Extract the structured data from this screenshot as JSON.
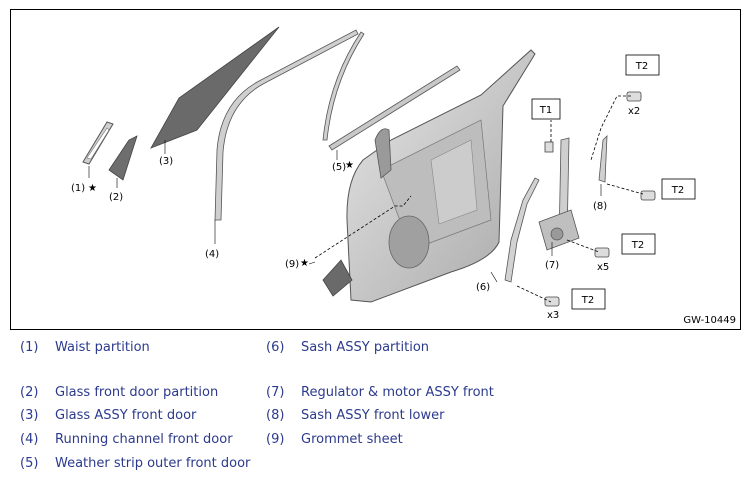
{
  "figure": {
    "id": "GW-10449",
    "star_glyph": "★",
    "callouts": {
      "c1": "(1)",
      "c2": "(2)",
      "c3": "(3)",
      "c4": "(4)",
      "c5": "(5)",
      "c6": "(6)",
      "c7": "(7)",
      "c8": "(8)",
      "c9": "(9)"
    },
    "torques": {
      "t1": "T1",
      "t2a": "T2",
      "t2b": "T2",
      "t2c": "T2",
      "t2d": "T2"
    },
    "quantities": {
      "x2": "x2",
      "x5": "x5",
      "x3": "x3"
    }
  },
  "legend": [
    {
      "num": "(1)",
      "label": "Waist partition"
    },
    {
      "num": "(2)",
      "label": "Glass front door partition"
    },
    {
      "num": "(3)",
      "label": "Glass ASSY front door"
    },
    {
      "num": "(4)",
      "label": "Running channel front door"
    },
    {
      "num": "(5)",
      "label": "Weather strip outer front door"
    },
    {
      "num": "(6)",
      "label": "Sash ASSY partition"
    },
    {
      "num": "(7)",
      "label": "Regulator & motor ASSY front"
    },
    {
      "num": "(8)",
      "label": "Sash ASSY front lower"
    },
    {
      "num": "(9)",
      "label": "Grommet sheet"
    }
  ],
  "colors": {
    "legend_text": "#2c3a8c",
    "part_fill": "#7a7a7a",
    "part_light": "#d9d9d9"
  }
}
